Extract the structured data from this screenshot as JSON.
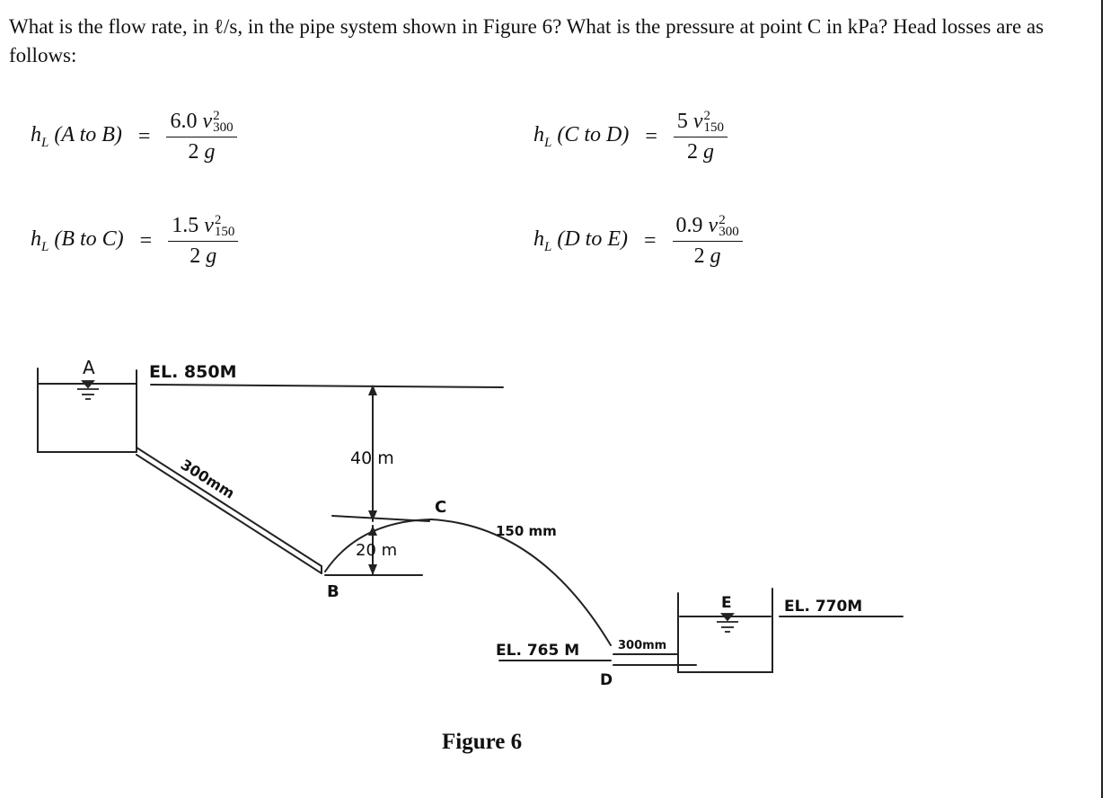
{
  "question": {
    "text": "What is the flow rate, in ℓ/s, in the pipe system shown in Figure 6? What is the pressure at point C in kPa? Head losses are as follows:"
  },
  "equations": [
    {
      "id": "ab",
      "h": "h",
      "L": "L",
      "range": "(A to B)",
      "eq": "=",
      "coef": "6.0 ",
      "v": "v",
      "sub": "300",
      "sup": "2",
      "den_num": "2 ",
      "g": "g"
    },
    {
      "id": "bc",
      "h": "h",
      "L": "L",
      "range": "(B to C)",
      "eq": "=",
      "coef": "1.5 ",
      "v": "v",
      "sub": "150",
      "sup": "2",
      "den_num": "2 ",
      "g": "g"
    },
    {
      "id": "cd",
      "h": "h",
      "L": "L",
      "range": "(C to D)",
      "eq": "=",
      "coef": "5 ",
      "v": "v",
      "sub": "150",
      "sup": "2",
      "den_num": "2 ",
      "g": "g"
    },
    {
      "id": "de",
      "h": "h",
      "L": "L",
      "range": "(D to E)",
      "eq": "=",
      "coef": "0.9 ",
      "v": "v",
      "sub": "300",
      "sup": "2",
      "den_num": "2 ",
      "g": "g"
    }
  ],
  "diagram": {
    "label_a": "A",
    "label_el_850": "EL. 850M",
    "label_40m": "40 m",
    "label_300mm_1": "300mm",
    "label_c": "C",
    "label_150mm": "150 mm",
    "label_20m": "20 m",
    "label_b": "B",
    "label_e": "E",
    "label_el_770": "EL. 770M",
    "label_el_765": "EL. 765 M",
    "label_300mm_2": "300mm",
    "label_d": "D"
  },
  "caption": "Figure 6"
}
